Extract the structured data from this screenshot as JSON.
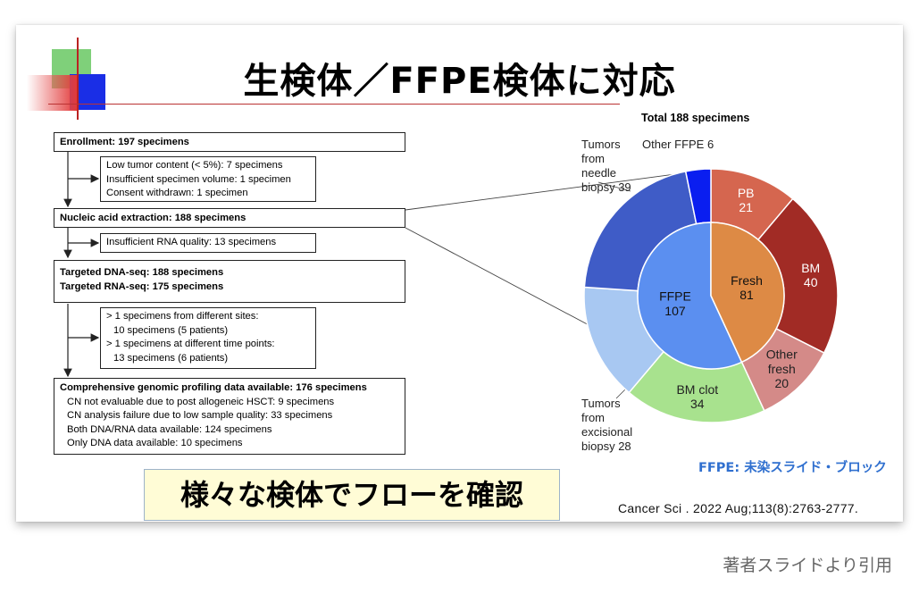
{
  "slide": {
    "title": "生検体／FFPE検体に対応",
    "highlight": "様々な検体でフローを確認",
    "ffpe_note": "FFPE: 未染スライド・ブロック",
    "citation": "Cancer Sci . 2022 Aug;113(8):2763-2777."
  },
  "flow": {
    "enrollment": "Enrollment: 197 specimens",
    "exclusions1": [
      "Low tumor content (< 5%): 7 specimens",
      "Insufficient specimen volume: 1 specimen",
      "Consent withdrawn: 1 specimen"
    ],
    "extraction": "Nucleic acid extraction: 188 specimens",
    "exclusion2": "Insufficient RNA quality: 13 specimens",
    "dnaseq": "Targeted DNA-seq: 188 specimens",
    "rnaseq": "Targeted RNA-seq: 175 specimens",
    "multi": [
      "> 1 specimens from different sites:",
      "10 specimens (5 patients)",
      "> 1 specimens at different time points:",
      "13 specimens (6 patients)"
    ],
    "cgp": "Comprehensive genomic profiling data available: 176 specimens",
    "cgp_details": [
      "CN not evaluable due to post allogeneic HSCT: 9 specimens",
      "CN analysis failure due to low sample quality: 33 specimens",
      "Both DNA/RNA data available: 124 specimens",
      "Only DNA data available: 10 specimens"
    ]
  },
  "chart_data": {
    "type": "pie",
    "title": "Total 188 specimens",
    "inner": [
      {
        "name": "FFPE",
        "value": 107,
        "color": "#5b8ff0"
      },
      {
        "name": "Fresh",
        "value": 81,
        "color": "#dd8a45"
      }
    ],
    "outer": [
      {
        "name": "PB",
        "value": 21,
        "color": "#d5664f"
      },
      {
        "name": "BM",
        "value": 40,
        "color": "#a12b25"
      },
      {
        "name": "Other fresh",
        "value": 20,
        "color": "#d48a88"
      },
      {
        "name": "BM clot",
        "value": 34,
        "color": "#a8e28e"
      },
      {
        "name": "Tumors from excisional biopsy",
        "value": 28,
        "color": "#a8c8f2"
      },
      {
        "name": "Tumors from needle biopsy",
        "value": 39,
        "color": "#3f5cc7"
      },
      {
        "name": "Other FFPE",
        "value": 6,
        "color": "#0a1ef0"
      }
    ],
    "inner_labels": [
      {
        "line1": "FFPE",
        "line2": "107"
      },
      {
        "line1": "Fresh",
        "line2": "81"
      }
    ],
    "outer_labels": [
      {
        "line1": "PB",
        "line2": "21"
      },
      {
        "line1": "BM",
        "line2": "40"
      },
      {
        "line1": "Other",
        "line2": "fresh",
        "line3": "20"
      },
      {
        "line1": "BM clot",
        "line2": "34"
      }
    ],
    "external_labels": {
      "needle": [
        "Tumors",
        "from",
        "needle",
        "biopsy 39"
      ],
      "other_ffpe": "Other FFPE 6",
      "excisional": [
        "Tumors",
        "from",
        "excisional",
        "biopsy 28"
      ]
    }
  },
  "footer": {
    "credit": "著者スライドより引用"
  }
}
